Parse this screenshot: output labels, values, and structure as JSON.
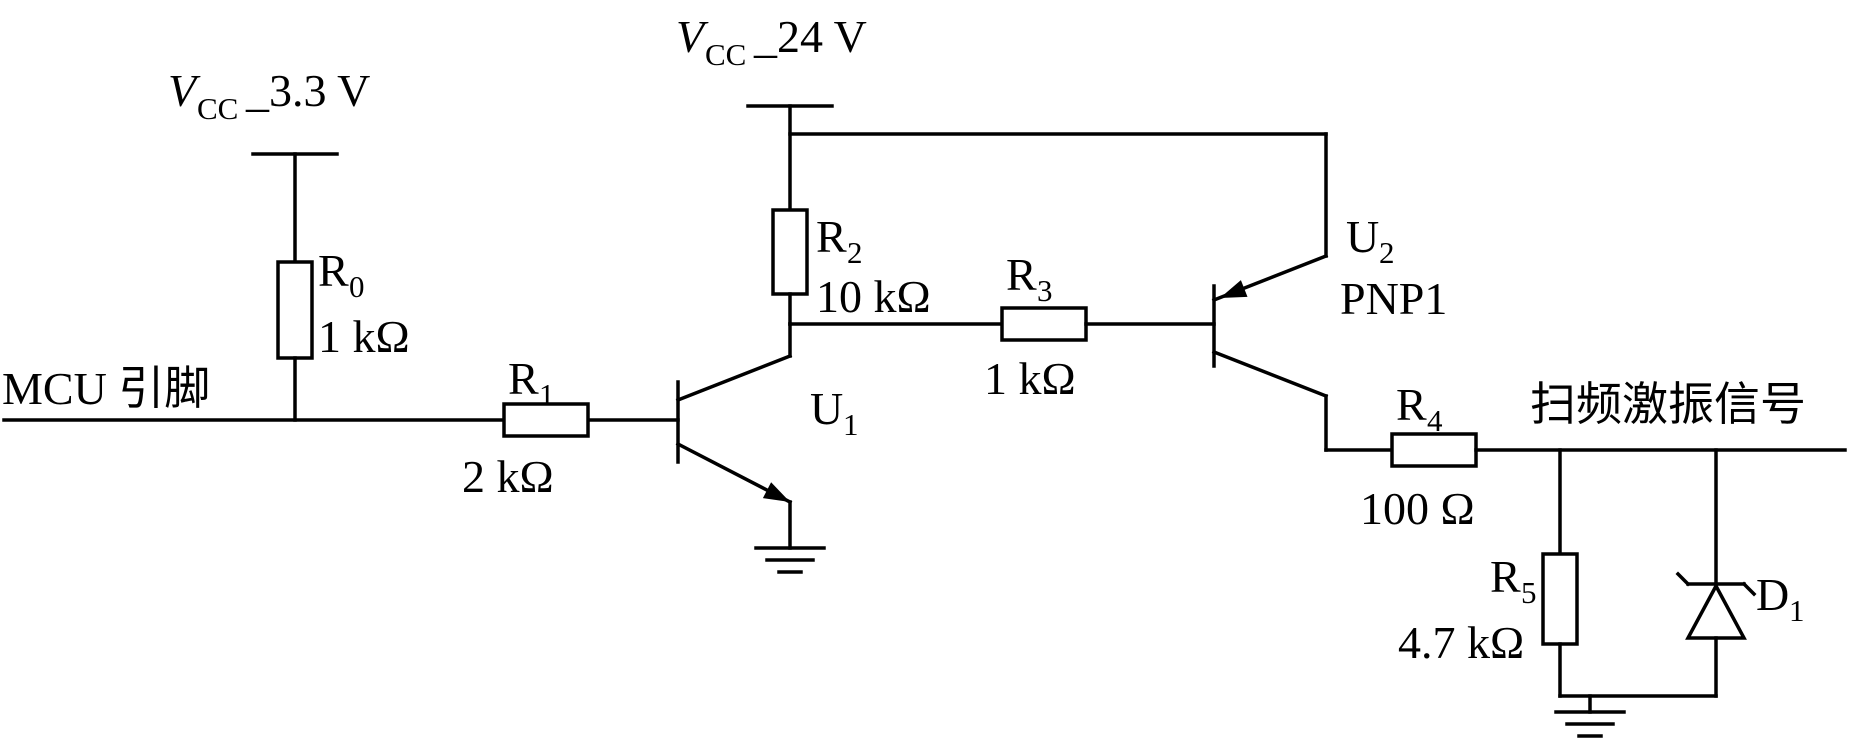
{
  "circuit": {
    "input_label": "MCU 引脚",
    "output_label": "扫频激振信号",
    "supplies": {
      "vcc33": {
        "symbol": "V",
        "subscript": "CC",
        "suffix": "_3.3 V"
      },
      "vcc24": {
        "symbol": "V",
        "subscript": "CC",
        "suffix": "_24 V"
      }
    },
    "resistors": {
      "r0": {
        "ref": "R",
        "sub": "0",
        "value": "1 kΩ"
      },
      "r1": {
        "ref": "R",
        "sub": "1",
        "value": "2 kΩ"
      },
      "r2": {
        "ref": "R",
        "sub": "2",
        "value": "10 kΩ"
      },
      "r3": {
        "ref": "R",
        "sub": "3",
        "value": "1 kΩ"
      },
      "r4": {
        "ref": "R",
        "sub": "4",
        "value": "100 Ω"
      },
      "r5": {
        "ref": "R",
        "sub": "5",
        "value": "4.7 kΩ"
      }
    },
    "transistors": {
      "u1": {
        "ref": "U",
        "sub": "1"
      },
      "u2": {
        "ref": "U",
        "sub": "2",
        "type": "PNP1"
      }
    },
    "diodes": {
      "d1": {
        "ref": "D",
        "sub": "1"
      }
    }
  }
}
